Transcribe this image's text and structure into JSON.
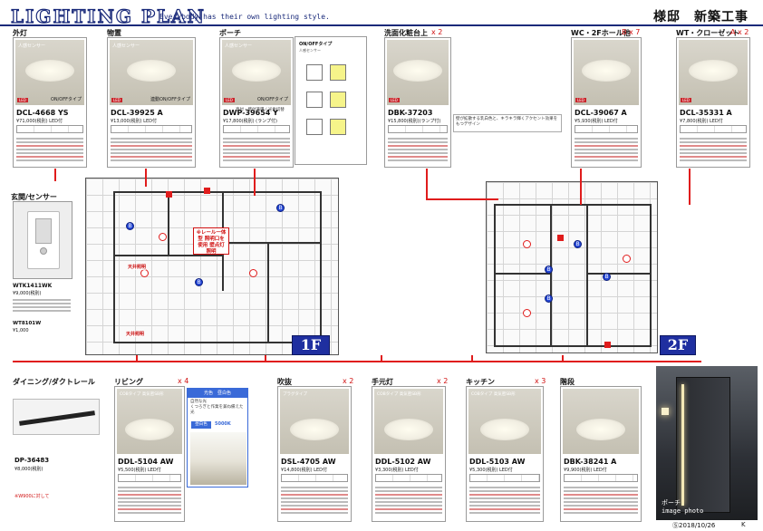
{
  "header": {
    "title": "LIGHTING PLAN",
    "tagline": "Everybody has their own lighting style.",
    "project": "様邸　新築工事"
  },
  "top_cards": [
    {
      "category": "外灯",
      "qty": "",
      "sensor_label": "人感センサー",
      "model": "DCL-4668 YS",
      "price": "¥71,000(税別) LED付",
      "note": "ON/OFFタイプ",
      "tag": "LED"
    },
    {
      "category": "物置",
      "qty": "",
      "sensor_label": "人感センサー",
      "model": "DCL-39925 A",
      "price": "¥13,000(税別) LED付",
      "note": "連動ON/OFFタイプ",
      "tag": "LED"
    },
    {
      "category": "ポーチ",
      "qty": "",
      "sensor_label": "人感センサー",
      "model": "DWP-39654 Y",
      "price": "¥17,800(税別) (ランプ付)",
      "note": "ON/OFFタイプ",
      "tag": "LED"
    },
    {
      "category": "洗面化粧台上",
      "qty": "x 2",
      "sensor_label": "",
      "model": "DBK-37203",
      "price": "¥15,800(税別)(ランプ付)",
      "note": "",
      "tag": "LED"
    },
    {
      "category": "WC・2Fホール他",
      "qty": "B x 7",
      "sensor_label": "",
      "model": "DCL-39067 A",
      "price": "¥5,930(税別) LED付",
      "note": "",
      "tag": "LED"
    },
    {
      "category": "WT・クローゼット",
      "qty": "A x 2",
      "sensor_label": "",
      "model": "DCL-35331 A",
      "price": "¥7,800(税別) LED付",
      "note": "",
      "tag": "LED"
    }
  ],
  "sensor_panel": {
    "heading": "ON/OFFタイプ",
    "note": "人感センサー"
  },
  "porch_desc": "直付・壁付兼用 / 光色切替",
  "sink_desc": "壁が拡散する乳白色と、キラキラ輝くアクセント効果をもつデザイン",
  "entrance_sensor": {
    "category": "玄関/センサー",
    "model": "WTK1411WK",
    "price": "¥9,000(税別)",
    "sub_model": "WT8101W",
    "sub_price": "¥1,000"
  },
  "floorplan": {
    "floor1_label": "1F",
    "floor2_label": "2F",
    "annotation_1f": "※レール一体型 照明口を使用 壁点灯照明",
    "label_kanjou": "天井照明",
    "label_porch": "天井照明"
  },
  "bottom_cards": [
    {
      "category": "ダイニング/ダクトレール",
      "qty": "",
      "model": "DP-36483",
      "price": "¥8,000(税別)",
      "note": "※W900に対して"
    },
    {
      "category": "リビング",
      "qty": "x 4",
      "model": "DDL-5104 AW",
      "price": "¥5,500(税別) LED付",
      "note": "COBタイプ 高気密SB形"
    },
    {
      "category": "吹抜",
      "qty": "x 2",
      "model": "DSL-4705 AW",
      "price": "¥14,800(税別) LED付",
      "note": "プラグタイプ"
    },
    {
      "category": "手元灯",
      "qty": "x 2",
      "model": "DDL-5102 AW",
      "price": "¥3,300(税別) LED付",
      "note": "COBタイプ 高気密SB形"
    },
    {
      "category": "キッチン",
      "qty": "x 3",
      "model": "DDL-5103 AW",
      "price": "¥5,300(税別) LED付",
      "note": "COBタイプ 高気密SB形"
    },
    {
      "category": "階段",
      "qty": "",
      "model": "DBK-38241 A",
      "price": "¥9,900(税別) LED付",
      "note": ""
    }
  ],
  "light_popup": {
    "title": "光色　昼白色",
    "body": "自然な光\nくつろぎと作業を兼ね備えた光",
    "badge": "昼白色",
    "temp": "5000K"
  },
  "porch_photo": {
    "caption": "ポーチ",
    "sub": "image photo"
  },
  "footer": {
    "date": "Ⓢ2018/10/26",
    "initial": "K"
  },
  "colors": {
    "accent_navy": "#1a2a7a",
    "red_line": "#e01c1c",
    "marker_blue": "#2548d6"
  }
}
